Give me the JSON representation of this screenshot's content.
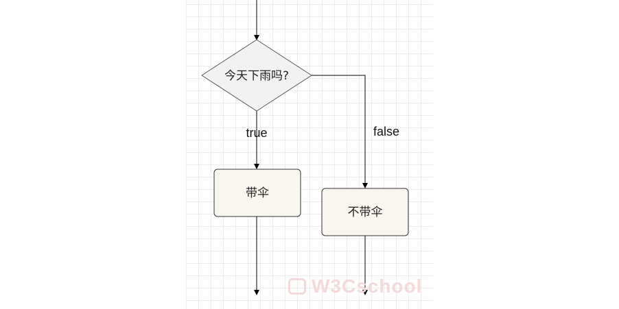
{
  "diagram": {
    "decision": {
      "label": "今天下雨吗?"
    },
    "edges": {
      "true_label": "true",
      "false_label": "false"
    },
    "true_action": {
      "label": "带伞"
    },
    "false_action": {
      "label": "不带伞"
    }
  },
  "watermark": {
    "text": "W3Cschool"
  },
  "colors": {
    "decision_fill": "#f2f2f2",
    "action_fill": "#f8f6ee",
    "stroke": "#333333",
    "grid": "#ececec"
  }
}
